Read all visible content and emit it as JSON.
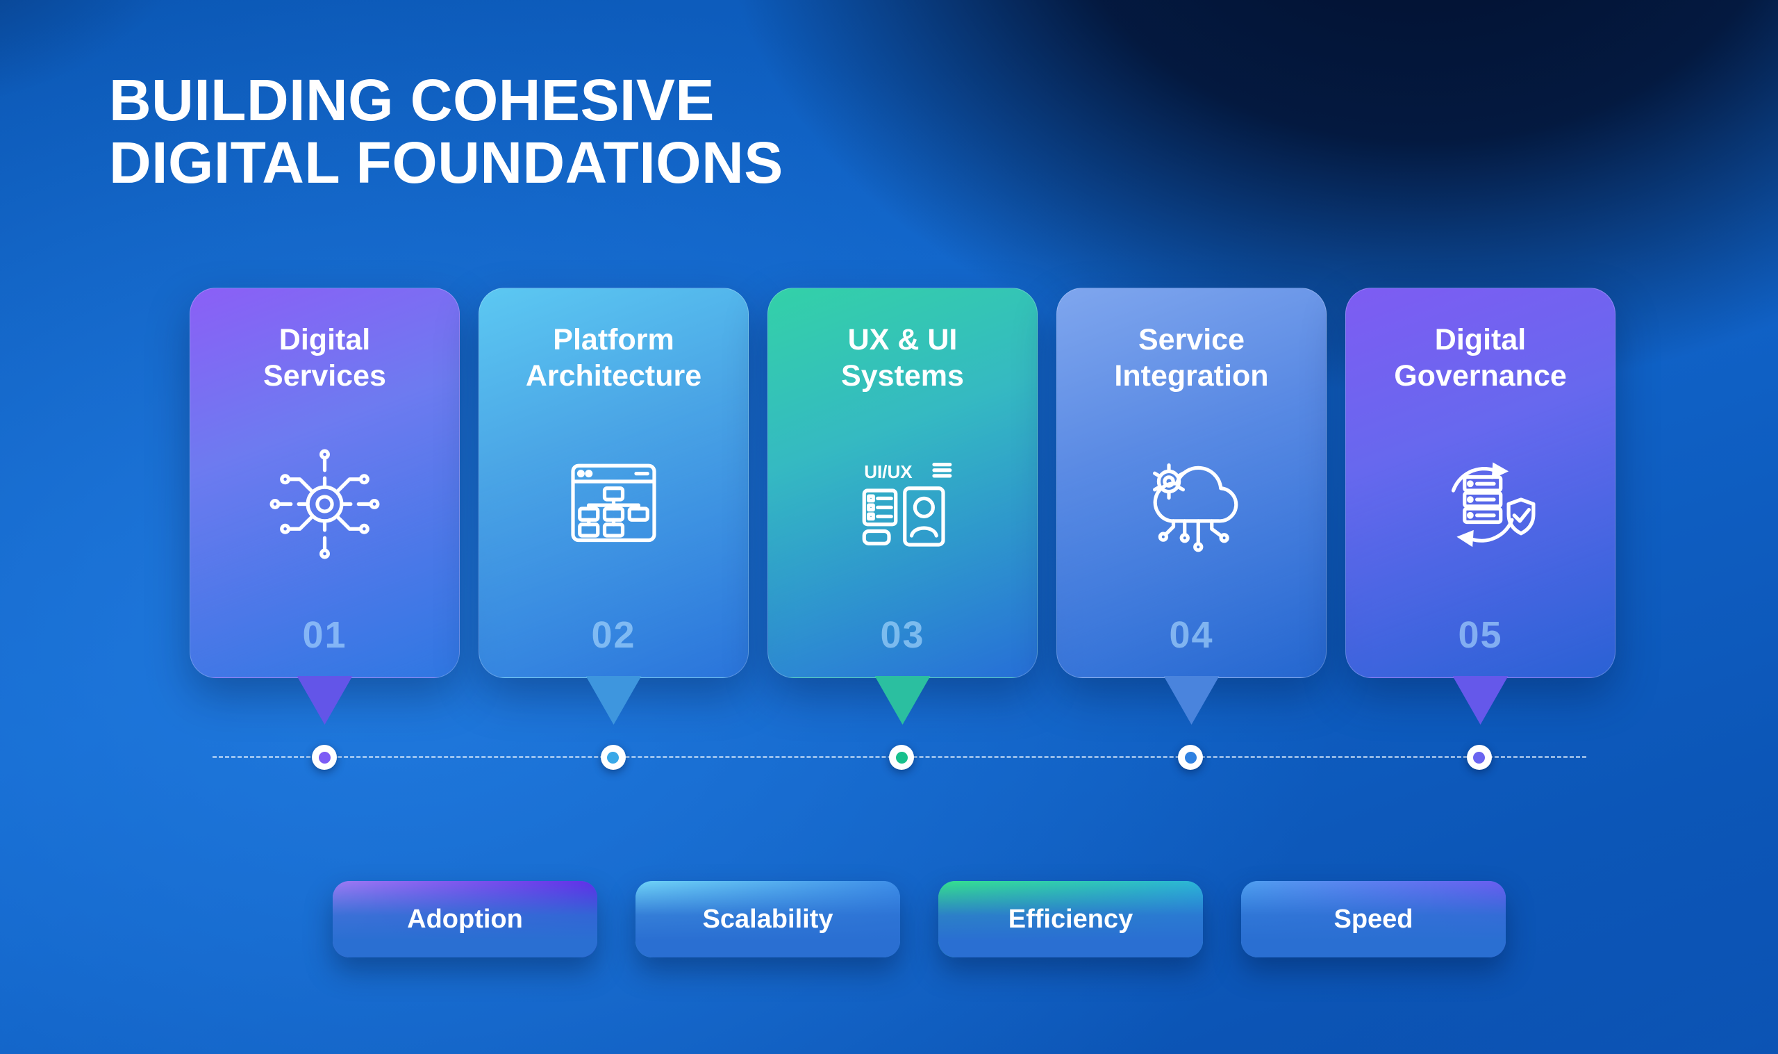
{
  "title": {
    "line1": "BUILDING COHESIVE",
    "line2": "DIGITAL FOUNDATIONS"
  },
  "cards": [
    {
      "number": "01",
      "title_line1": "Digital",
      "title_line2": "Services",
      "icon": "gear-circuit-icon",
      "gradient_from": "#8B5FF6",
      "gradient_mid": "#6D7BF0",
      "gradient_to": "rgba(60,118,230,0.55)",
      "tail_color": "#6355E8",
      "dot_color": "#7C5CF5"
    },
    {
      "number": "02",
      "title_line1": "Platform",
      "title_line2": "Architecture",
      "icon": "sitemap-window-icon",
      "gradient_from": "#5CC8F2",
      "gradient_mid": "#4BA6E6",
      "gradient_to": "rgba(58,120,224,0.50)",
      "tail_color": "#3E96DE",
      "dot_color": "#38A8E8"
    },
    {
      "number": "03",
      "title_line1": "UX & UI",
      "title_line2": "Systems",
      "icon": "uiux-wireframe-icon",
      "gradient_from": "#33D1A8",
      "gradient_mid": "#35B9C2",
      "gradient_to": "rgba(56,118,226,0.50)",
      "tail_color": "#2BBFA0",
      "dot_color": "#17C08C"
    },
    {
      "number": "04",
      "title_line1": "Service",
      "title_line2": "Integration",
      "icon": "cloud-gear-circuit-icon",
      "gradient_from": "#7FA6EE",
      "gradient_mid": "#5B8BE4",
      "gradient_to": "rgba(58,112,222,0.50)",
      "tail_color": "#4A84DD",
      "dot_color": "#2E80E0"
    },
    {
      "number": "05",
      "title_line1": "Digital",
      "title_line2": "Governance",
      "icon": "governance-shield-cycle-icon",
      "gradient_from": "#7E5CF3",
      "gradient_mid": "#6768EE",
      "gradient_to": "rgba(66,104,232,0.55)",
      "tail_color": "#6558EA",
      "dot_color": "#6A64F0"
    }
  ],
  "pills": [
    {
      "label": "Adoption",
      "accent_from": "#9D7BF4",
      "accent_to": "#5F2EE8"
    },
    {
      "label": "Scalability",
      "accent_from": "#6FD3F7",
      "accent_to": "#3E8EE8"
    },
    {
      "label": "Efficiency",
      "accent_from": "#35E08C",
      "accent_to": "#2BB5D8"
    },
    {
      "label": "Speed",
      "accent_from": "#4FA0F0",
      "accent_to": "#6A5CF0"
    }
  ],
  "colors": {
    "background_base": "#0D56B4",
    "background_dark_corner": "#020F2D",
    "card_number_tint": "rgba(175,220,255,0.62)"
  }
}
